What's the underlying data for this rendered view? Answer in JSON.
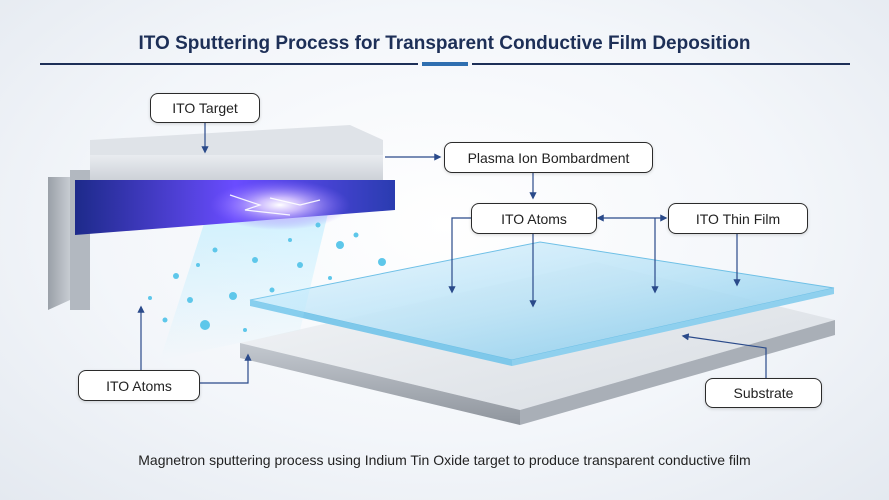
{
  "title": "ITO Sputtering Process for Transparent Conductive Film Deposition",
  "labels": {
    "ito_target": "ITO Target",
    "plasma": "Plasma Ion Bombardment",
    "ito_atoms_top": "ITO Atoms",
    "ito_thin_film": "ITO Thin Film",
    "ito_atoms_left": "ITO Atoms",
    "substrate": "Substrate"
  },
  "caption": "Magnetron sputtering process using Indium Tin Oxide target to produce transparent conductive film",
  "colors": {
    "title": "#1d2f57",
    "plasma": "#6a4cff",
    "film": "#9fd6f2",
    "arrow": "#2a4a8a"
  }
}
